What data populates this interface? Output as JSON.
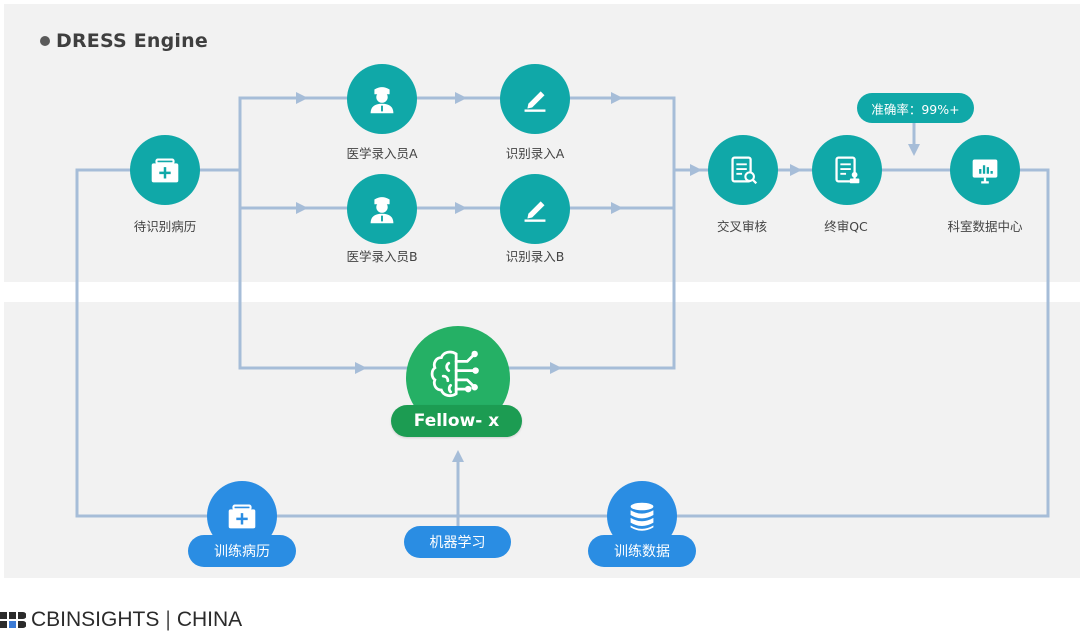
{
  "title": "DRESS Engine",
  "nodes": {
    "pending": "待识别病历",
    "med_a": "医学录入员A",
    "rec_a": "识别录入A",
    "med_b": "医学录入员B",
    "rec_b": "识别录入B",
    "cross": "交叉审核",
    "final": "终审QC",
    "center": "科室数据中心"
  },
  "accuracy_badge": "准确率：99%+",
  "ai_model": "Fellow- x",
  "bottom": {
    "train_records": "训练病历",
    "machine_learning": "机器学习",
    "train_data": "训练数据"
  },
  "footer": {
    "brand": "CBINSIGHTS",
    "region": "CHINA",
    "separator": "|"
  },
  "colors": {
    "teal": "#10a8a8",
    "green": "#25b065",
    "blue": "#2a8de3",
    "line": "#a6bdd8"
  },
  "icons": {
    "pending": "medical-kit-icon",
    "med": "nurse-icon",
    "rec": "pen-icon",
    "cross": "document-search-icon",
    "final": "document-stamp-icon",
    "center": "monitor-chart-icon",
    "ai": "brain-circuit-icon",
    "train_records": "medical-kit-icon",
    "train_data": "database-icon"
  }
}
